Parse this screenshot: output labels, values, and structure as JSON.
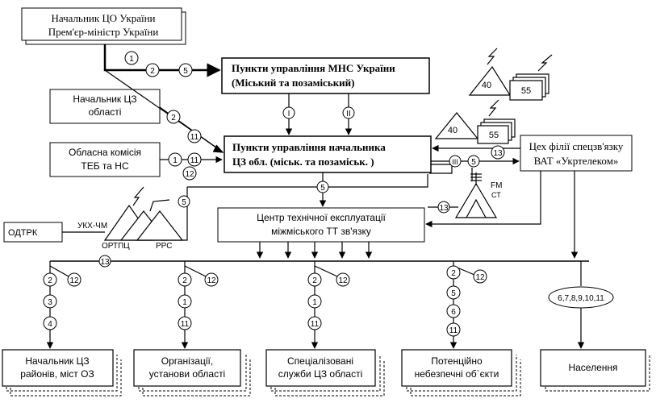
{
  "boxes": {
    "head_cz_ukraine": [
      "Начальник ЦО України",
      "Прем'єр-міністр України"
    ],
    "mns_points": [
      "Пункти управління МНС України",
      "(Міський та позаміський)"
    ],
    "head_cz_region": [
      "Начальник ЦЗ",
      "області"
    ],
    "regional_commission": [
      "Обласна комісія",
      "ТЕБ та НС"
    ],
    "cz_points": [
      "Пункти управління начальника",
      "ЦЗ обл. (міськ. та позаміськ. )"
    ],
    "ukrtelecom": [
      "Цех філії спецзв'язку",
      "ВАТ «Укртелеком»"
    ],
    "tech_center": [
      "Центр технічної експлуатації",
      "міжміського ТТ зв'язку"
    ],
    "odtrk": "ОДТРК",
    "head_districts": [
      "Начальник ЦЗ",
      "районів, міст ОЗ"
    ],
    "organizations": [
      "Організації,",
      "установи області"
    ],
    "special_services": [
      "Спеціалізовані",
      "служби ЦЗ області"
    ],
    "dangerous_objects": [
      "Потенційно",
      "небезпечні об`єкти"
    ],
    "population": "Населення"
  },
  "station_labels": {
    "ukh_chm": "УКХ-ЧМ",
    "ortpc": "ОРТПЦ",
    "rrs": "РРС",
    "fm": "FM",
    "st": "СТ"
  },
  "signal_codes": {
    "c1": "1",
    "c2": "2",
    "c5": "5",
    "r_I": "I",
    "r_II": "II",
    "r_III": "III",
    "n40a": "40",
    "n55a": "55",
    "n40b": "40",
    "n55b": "55",
    "c2b": "2",
    "c11b": "11",
    "c1c": "1",
    "c11c": "11",
    "c12c": "12",
    "c13a": "13",
    "c5b": "5",
    "c5c": "5",
    "c5d": "5",
    "c13b": "13",
    "c13c": "13",
    "b1_2": "2",
    "b1_12": "12",
    "b1_3": "3",
    "b1_4": "4",
    "b2_2": "2",
    "b2_12": "12",
    "b2_1": "1",
    "b2_11": "11",
    "b3_2": "2",
    "b3_12": "12",
    "b3_1": "1",
    "b3_11": "11",
    "b4_2": "2",
    "b4_12": "12",
    "b4_5": "5",
    "b4_6": "6",
    "b4_11": "11",
    "b5_codes": "6,7,8,9,10,11"
  }
}
